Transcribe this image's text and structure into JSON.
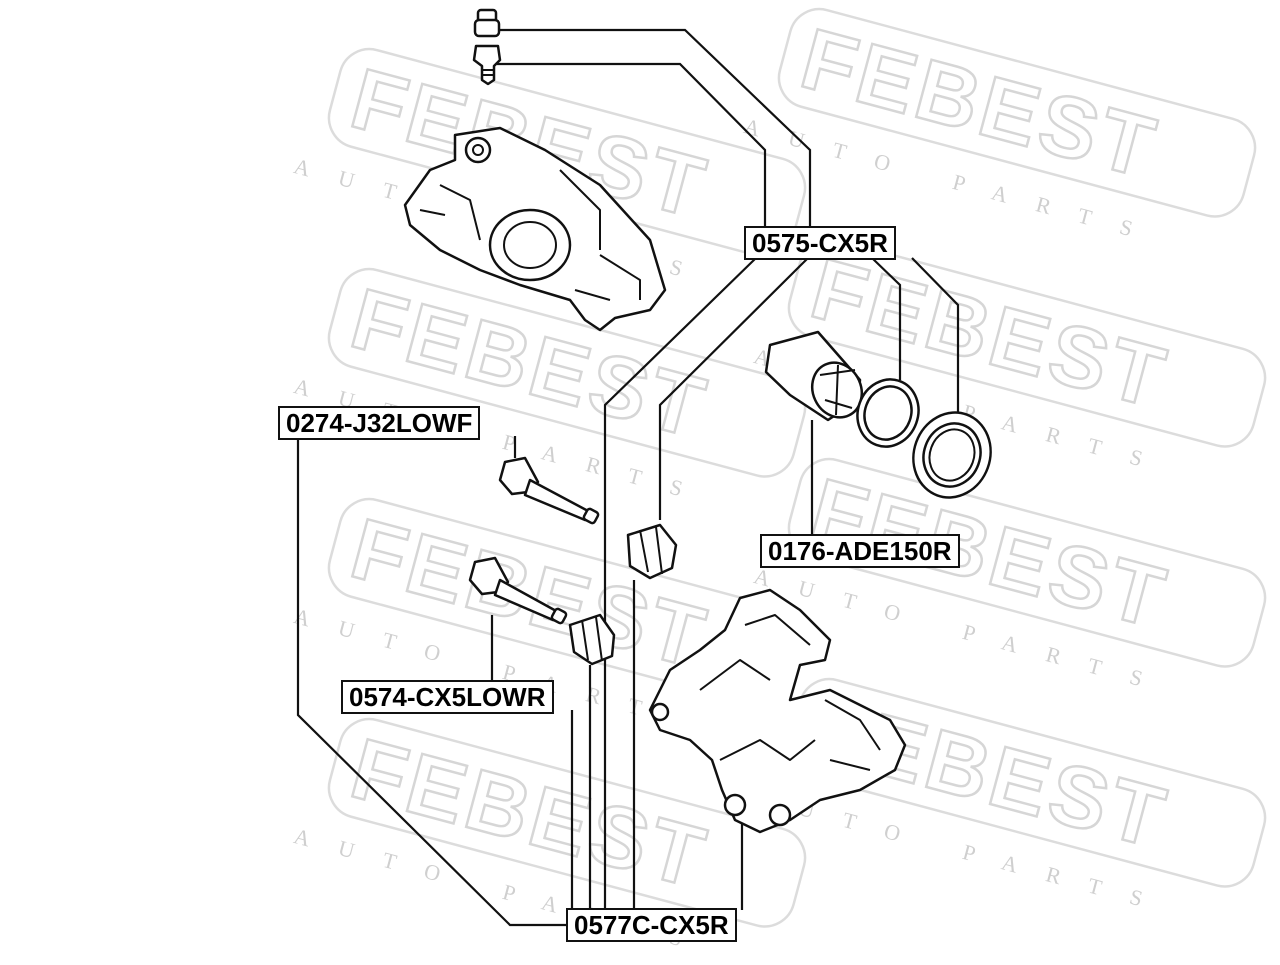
{
  "watermark": {
    "brand": "FEBEST",
    "tagline": "AUTO PARTS"
  },
  "labels": {
    "caliper_bolt": "0575-CX5R",
    "guide_pin_front": "0274-J32LOWF",
    "piston_kit": "0176-ADE150R",
    "guide_pin_rear": "0574-CX5LOWR",
    "boot_kit": "0577C-CX5R"
  },
  "colors": {
    "line": "#111111",
    "watermark": "#d6d6d6"
  }
}
